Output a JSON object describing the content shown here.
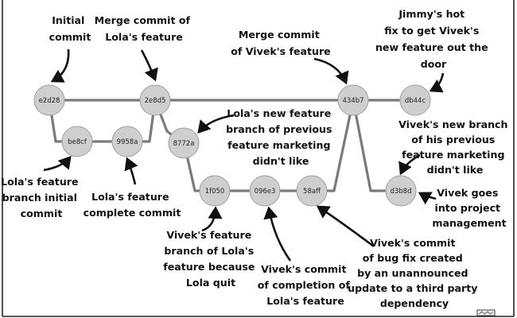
{
  "commits": [
    {
      "id": "e2d28"
    },
    {
      "id": "2e8d5"
    },
    {
      "id": "434b7"
    },
    {
      "id": "db44c"
    },
    {
      "id": "be8cf"
    },
    {
      "id": "9958a"
    },
    {
      "id": "8772a"
    },
    {
      "id": "1f050"
    },
    {
      "id": "096e3"
    },
    {
      "id": "58aff"
    },
    {
      "id": "d3b8d"
    }
  ],
  "annotations": {
    "initial": [
      "Initial",
      "commit"
    ],
    "merge_lola": [
      "Merge commit of",
      "Lola's feature"
    ],
    "merge_vivek": [
      "Merge commit",
      "of Vivek's feature"
    ],
    "jimmy": [
      "Jimmy's hot",
      "fix to get Vivek's",
      "new feature out the",
      "door"
    ],
    "lola_new": [
      "Lola's new feature",
      "branch of previous",
      "feature marketing",
      "didn't like"
    ],
    "vivek_new": [
      "Vivek's new branch",
      "of his previous",
      "feature marketing",
      "didn't like"
    ],
    "lola_initial": [
      "Lola's feature",
      "branch initial",
      "commit"
    ],
    "lola_complete": [
      "Lola's feature",
      "complete commit"
    ],
    "vivek_goes": [
      "Vivek goes",
      "into project",
      "management"
    ],
    "vivek_feature": [
      "Vivek's feature",
      "branch of Lola's",
      "feature because",
      "Lola quit"
    ],
    "vivek_completion": [
      "Vivek's commit",
      "of completion of",
      "Lola's feature"
    ],
    "vivek_bugfix": [
      "Vivek's commit",
      "of bug fix created",
      "by an unannounced",
      "update to a third party",
      "dependency"
    ]
  }
}
